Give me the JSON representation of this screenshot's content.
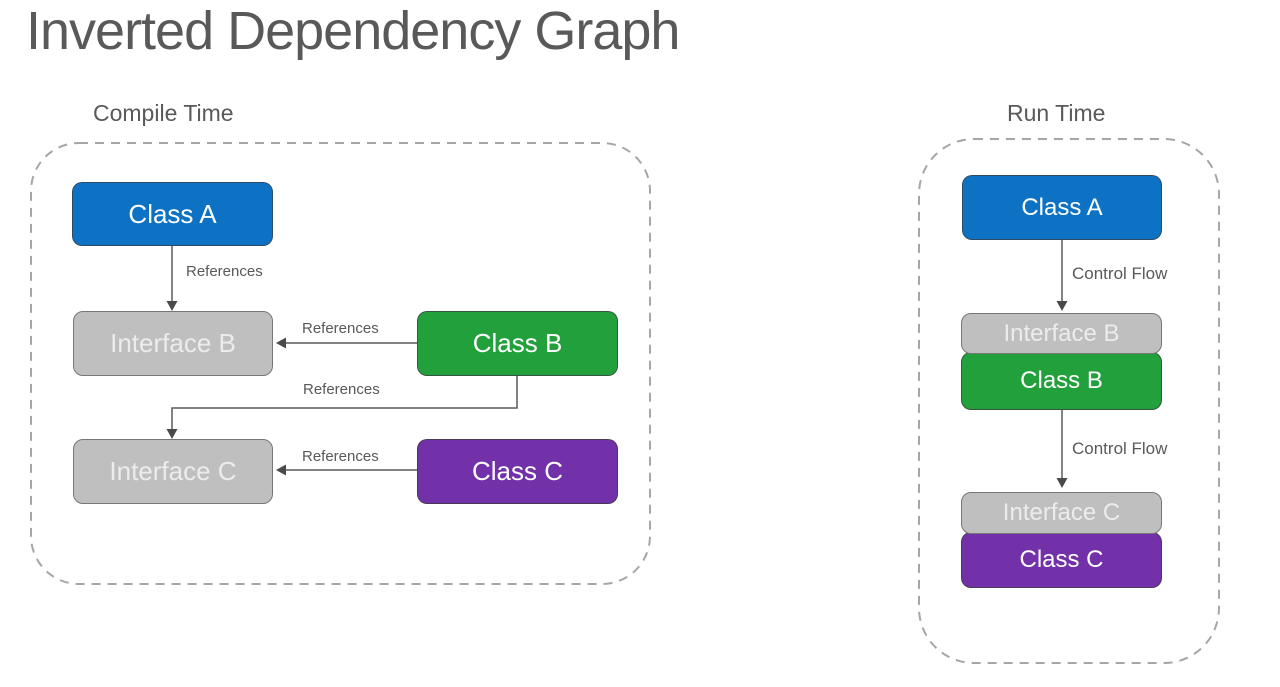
{
  "title": "Inverted Dependency Graph",
  "colors": {
    "class_blue": "#0E72C4",
    "class_green": "#21A03C",
    "class_purple": "#7231A8",
    "interface_gray": "#BFBFBF",
    "dashed_border": "#A6A6A6",
    "arrow_line": "#5A5A5A",
    "label_text": "#595959"
  },
  "compile_time": {
    "label": "Compile Time",
    "nodes": {
      "class_a": "Class A",
      "interface_b": "Interface B",
      "class_b": "Class B",
      "interface_c": "Interface C",
      "class_c": "Class C"
    },
    "edges": {
      "class_a_to_interface_b": "References",
      "class_b_to_interface_b": "References",
      "class_b_to_interface_c": "References",
      "class_c_to_interface_c": "References"
    }
  },
  "run_time": {
    "label": "Run Time",
    "nodes": {
      "class_a": "Class A",
      "interface_b": "Interface B",
      "class_b": "Class B",
      "interface_c": "Interface C",
      "class_c": "Class C"
    },
    "edges": {
      "class_a_to_interface_b": "Control Flow",
      "class_b_to_interface_c": "Control Flow"
    }
  }
}
